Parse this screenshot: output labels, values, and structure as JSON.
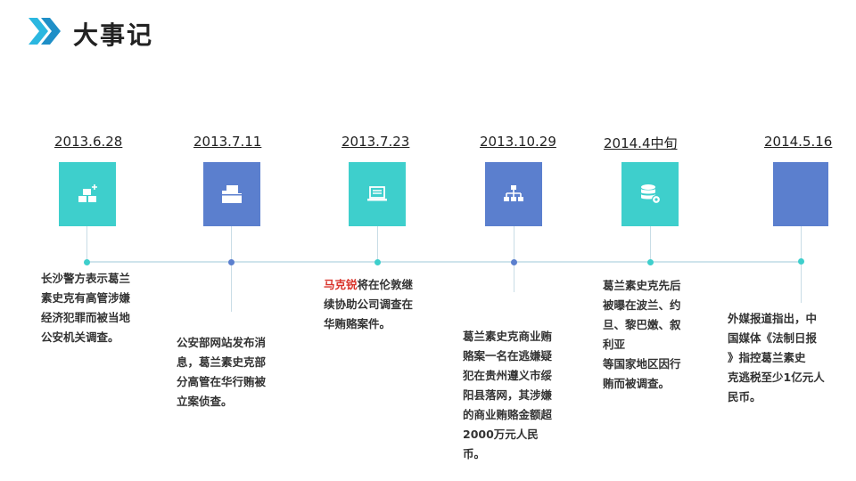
{
  "title": "大事记",
  "colors": {
    "teal": "#3ecfcc",
    "blue": "#5b7fce",
    "line": "#cfe4ec",
    "accent": "#d9342b"
  },
  "events": [
    {
      "date": "2013.6.28",
      "icon": "gold-bars-icon",
      "color": "#3ecfcc",
      "text": "长沙警方表示葛兰\n素史克有高管涉嫌\n经济犯罪而被当地\n公安机关调查。"
    },
    {
      "date": "2013.7.11",
      "icon": "folder-document-icon",
      "color": "#5b7fce",
      "text": "公安部网站发布消\n息，葛兰素史克部\n分高管在华行贿被\n立案侦查。"
    },
    {
      "date": "2013.7.23",
      "icon": "laptop-icon",
      "color": "#3ecfcc",
      "highlight": "马克锐",
      "text": "将在伦敦继\n续协助公司调查在\n华贿赂案件。"
    },
    {
      "date": "2013.10.29",
      "icon": "org-chart-icon",
      "color": "#5b7fce",
      "text": "葛兰素史克商业贿\n赂案一名在逃嫌疑\n犯在贵州遵义市绥\n阳县落网，其涉嫌\n的商业贿赂金额超\n2000万元人民\n币。"
    },
    {
      "date": "2014.4中旬",
      "icon": "database-settings-icon",
      "color": "#3ecfcc",
      "text": "葛兰素史克先后\n被曝在波兰、约\n旦、黎巴嫩、叙\n利亚\n等国家地区因行\n贿而被调查。"
    },
    {
      "date": "2014.5.16",
      "icon": "",
      "color": "#5b7fce",
      "text": "外媒报道指出，中\n国媒体《法制日报\n》指控葛兰素史\n克逃税至少1亿元人\n民币。"
    }
  ]
}
